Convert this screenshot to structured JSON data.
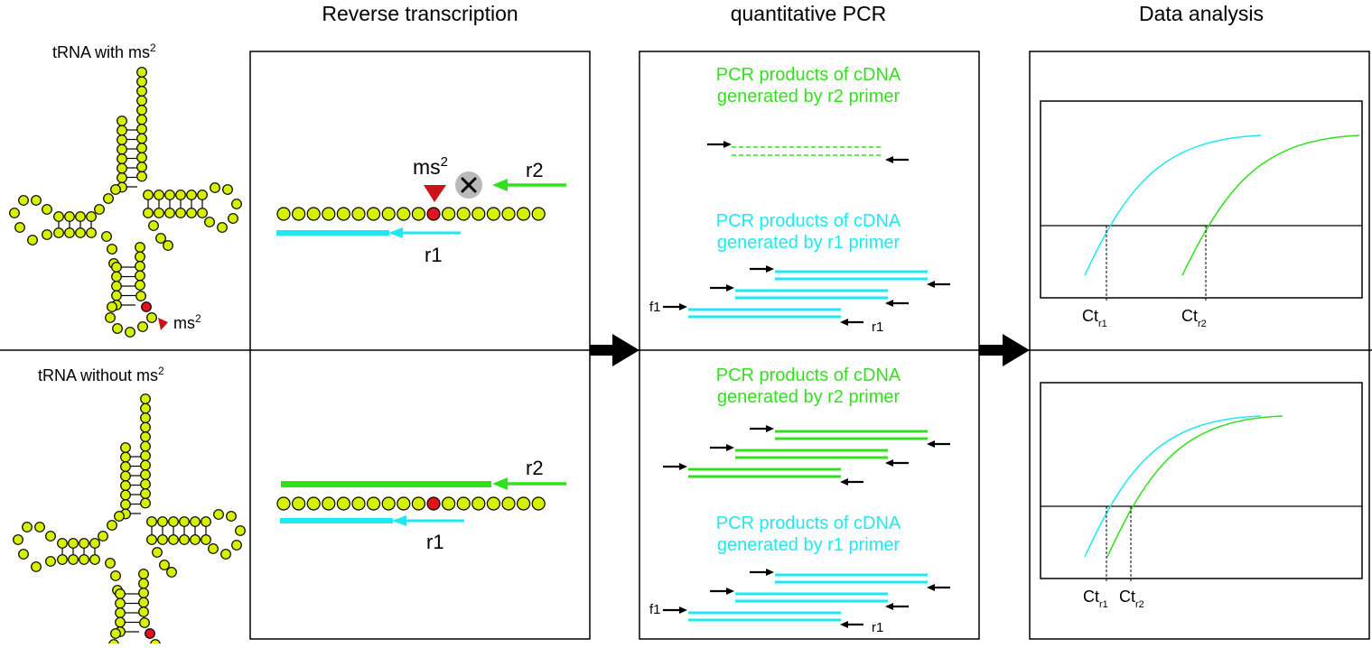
{
  "headers": {
    "rt": "Reverse transcription",
    "qpcr": "quantitative PCR",
    "analysis": "Data analysis"
  },
  "trna": {
    "with_label": "tRNA with ms",
    "without_label": "tRNA without ms",
    "superscript": "2",
    "mod_label": "ms",
    "mod_superscript": "2"
  },
  "rt": {
    "mod_label": "ms",
    "mod_superscript": "2",
    "r2": "r2",
    "r1": "r1"
  },
  "qpcr": {
    "r2_products": [
      "PCR products of cDNA",
      "generated by r2 primer"
    ],
    "r1_products": [
      "PCR products of cDNA",
      "generated by r1 primer"
    ],
    "f1": "f1",
    "r1": "r1"
  },
  "analysis": {
    "ct": "Ct",
    "r1_sub": "r1",
    "r2_sub": "r2"
  },
  "colors": {
    "nucleotide": "#d6f000",
    "modified": "#e0141c",
    "triangle": "#c81419",
    "cyan": "#1ee8f0",
    "green": "#33e01e",
    "block": "#b9b9b9"
  }
}
